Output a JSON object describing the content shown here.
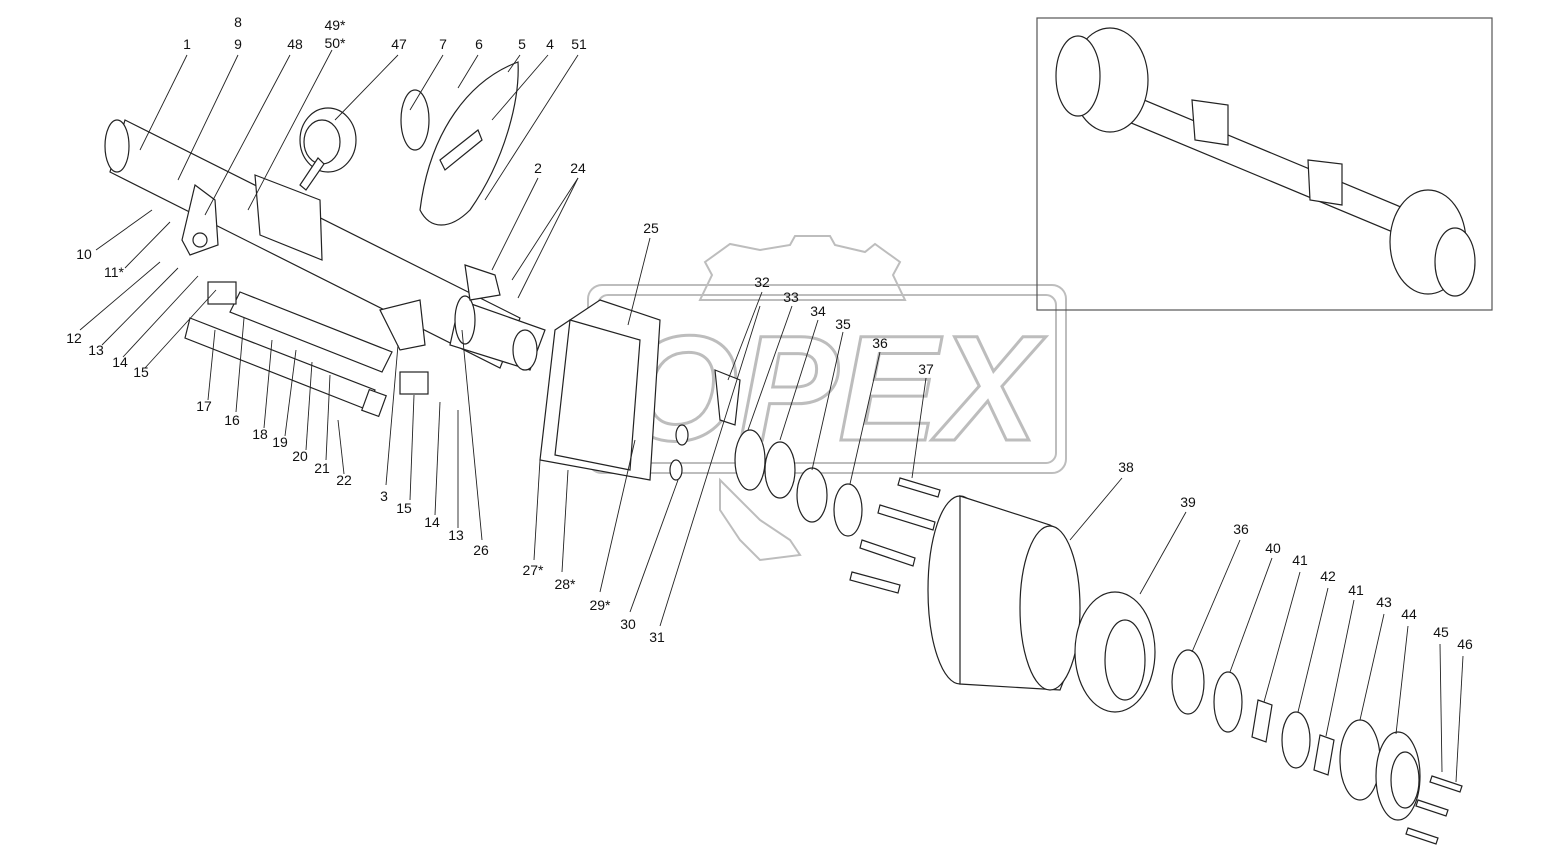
{
  "callouts": [
    {
      "id": "c1",
      "label": "1"
    },
    {
      "id": "c8",
      "label": "8"
    },
    {
      "id": "c9",
      "label": "9"
    },
    {
      "id": "c48",
      "label": "48"
    },
    {
      "id": "c49",
      "label": "49*"
    },
    {
      "id": "c50",
      "label": "50*"
    },
    {
      "id": "c47",
      "label": "47"
    },
    {
      "id": "c7",
      "label": "7"
    },
    {
      "id": "c6",
      "label": "6"
    },
    {
      "id": "c5",
      "label": "5"
    },
    {
      "id": "c4",
      "label": "4"
    },
    {
      "id": "c51",
      "label": "51"
    },
    {
      "id": "c2",
      "label": "2"
    },
    {
      "id": "c24",
      "label": "24"
    },
    {
      "id": "c10",
      "label": "10"
    },
    {
      "id": "c11",
      "label": "11*"
    },
    {
      "id": "c12",
      "label": "12"
    },
    {
      "id": "c13a",
      "label": "13"
    },
    {
      "id": "c14a",
      "label": "14"
    },
    {
      "id": "c15a",
      "label": "15"
    },
    {
      "id": "c17",
      "label": "17"
    },
    {
      "id": "c16",
      "label": "16"
    },
    {
      "id": "c18",
      "label": "18"
    },
    {
      "id": "c19",
      "label": "19"
    },
    {
      "id": "c20",
      "label": "20"
    },
    {
      "id": "c21",
      "label": "21"
    },
    {
      "id": "c22",
      "label": "22"
    },
    {
      "id": "c3",
      "label": "3"
    },
    {
      "id": "c15b",
      "label": "15"
    },
    {
      "id": "c14b",
      "label": "14"
    },
    {
      "id": "c13b",
      "label": "13"
    },
    {
      "id": "c26",
      "label": "26"
    },
    {
      "id": "c25",
      "label": "25"
    },
    {
      "id": "c32",
      "label": "32"
    },
    {
      "id": "c33",
      "label": "33"
    },
    {
      "id": "c34",
      "label": "34"
    },
    {
      "id": "c35",
      "label": "35"
    },
    {
      "id": "c36a",
      "label": "36"
    },
    {
      "id": "c37",
      "label": "37"
    },
    {
      "id": "c27",
      "label": "27*"
    },
    {
      "id": "c28",
      "label": "28*"
    },
    {
      "id": "c29",
      "label": "29*"
    },
    {
      "id": "c30",
      "label": "30"
    },
    {
      "id": "c31",
      "label": "31"
    },
    {
      "id": "c38",
      "label": "38"
    },
    {
      "id": "c39",
      "label": "39"
    },
    {
      "id": "c36b",
      "label": "36"
    },
    {
      "id": "c40",
      "label": "40"
    },
    {
      "id": "c41a",
      "label": "41"
    },
    {
      "id": "c42",
      "label": "42"
    },
    {
      "id": "c41b",
      "label": "41"
    },
    {
      "id": "c43",
      "label": "43"
    },
    {
      "id": "c44",
      "label": "44"
    },
    {
      "id": "c45",
      "label": "45"
    },
    {
      "id": "c46",
      "label": "46"
    }
  ],
  "watermark": {
    "text": "OPEX"
  },
  "colors": {
    "line": "#222222",
    "watermark": "#bdbdbd",
    "fill": "#ffffff"
  }
}
